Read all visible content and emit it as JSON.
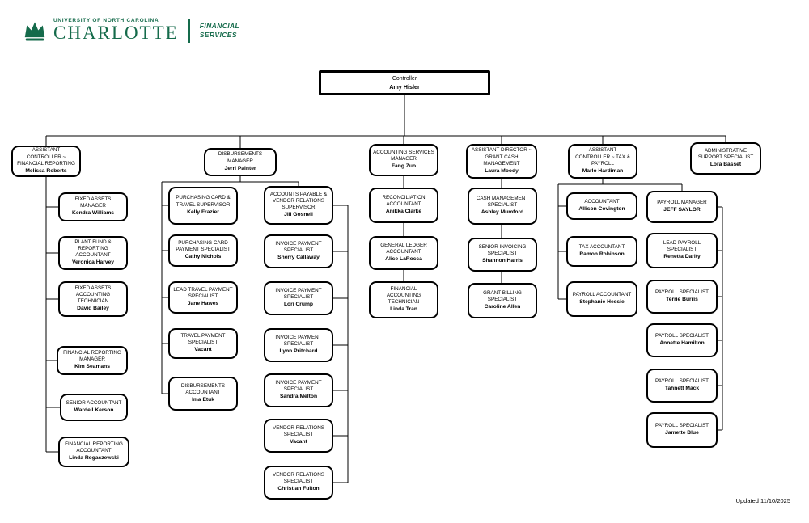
{
  "colors": {
    "brand_green": "#156B4B",
    "line": "#000000",
    "background": "#FFFFFF"
  },
  "header": {
    "university_label": "UNIVERSITY OF NORTH CAROLINA",
    "university_name": "CHARLOTTE",
    "division_line1": "FINANCIAL",
    "division_line2": "SERVICES"
  },
  "footer": {
    "updated": "Updated 11/10/2025"
  },
  "nodes": [
    {
      "id": "ctrl",
      "title": "Controller",
      "name": "Amy Hisler"
    },
    {
      "id": "mr",
      "title": "ASSISTANT CONTROLLER ~ FINANCIAL REPORTING",
      "name": "Melissa Roberts"
    },
    {
      "id": "jp",
      "title": "DISBURSEMENTS MANAGER",
      "name": "Jerri Painter"
    },
    {
      "id": "fz",
      "title": "ACCOUNTING SERVICES MANAGER",
      "name": "Fang Zuo"
    },
    {
      "id": "lm",
      "title": "ASSISTANT DIRECTOR ~ GRANT CASH MANAGEMENT",
      "name": "Laura Moody"
    },
    {
      "id": "mh",
      "title": "ASSISTANT CONTROLLER ~ TAX & PAYROLL",
      "name": "Marlo Hardiman"
    },
    {
      "id": "lb",
      "title": "ADMINISTRATIVE SUPPORT SPECIALIST",
      "name": "Lora Basset"
    },
    {
      "id": "kw",
      "title": "FIXED ASSETS MANAGER",
      "name": "Kendra Williams"
    },
    {
      "id": "vh",
      "title": "PLANT FUND & REPORTING ACCOUNTANT",
      "name": "Veronica Harvey"
    },
    {
      "id": "db",
      "title": "FIXED ASSETS ACCOUNTING TECHNICIAN",
      "name": "David Bailey"
    },
    {
      "id": "ks",
      "title": "FINANCIAL REPORTING MANAGER",
      "name": "Kim Seamans"
    },
    {
      "id": "wk",
      "title": "SENIOR ACCOUNTANT",
      "name": "Wardell Kerson"
    },
    {
      "id": "lr",
      "title": "FINANCIAL REPORTING ACCOUNTANT",
      "name": "Linda Rogaczewski"
    },
    {
      "id": "kf",
      "title": "PURCHASING CARD & TRAVEL SUPERVISOR",
      "name": "Kelly Frazier"
    },
    {
      "id": "cn",
      "title": "PURCHASING CARD PAYMENT SPECIALIST",
      "name": "Cathy Nichols"
    },
    {
      "id": "jh",
      "title": "LEAD TRAVEL PAYMENT SPECIALIST",
      "name": "Jane Hawes"
    },
    {
      "id": "tv",
      "title": "TRAVEL PAYMENT SPECIALIST",
      "name": "Vacant"
    },
    {
      "id": "ie",
      "title": "DISBURSEMENTS ACCOUNTANT",
      "name": "Ima Etuk"
    },
    {
      "id": "jg",
      "title": "ACCOUNTS PAYABLE & VENDOR RELATIONS SUPERVISOR",
      "name": "Jill Gosnell"
    },
    {
      "id": "sc",
      "title": "INVOICE PAYMENT SPECIALIST",
      "name": "Sherry Callaway"
    },
    {
      "id": "lc",
      "title": "INVOICE PAYMENT SPECIALIST",
      "name": "Lori Crump"
    },
    {
      "id": "lp",
      "title": "INVOICE PAYMENT SPECIALIST",
      "name": "Lynn Pritchard"
    },
    {
      "id": "sm",
      "title": "INVOICE PAYMENT SPECIALIST",
      "name": "Sandra Melton"
    },
    {
      "id": "vrv",
      "title": "VENDOR RELATIONS SPECIALIST",
      "name": "Vacant"
    },
    {
      "id": "cf",
      "title": "VENDOR RELATIONS SPECIALIST",
      "name": "Christian Fulton"
    },
    {
      "id": "ac",
      "title": "RECONCILIATION ACCOUNTANT",
      "name": "Anikka Clarke"
    },
    {
      "id": "al",
      "title": "GENERAL LEDGER ACCOUNTANT",
      "name": "Alice LaRocca"
    },
    {
      "id": "lt",
      "title": "FINANCIAL ACCOUNTING TECHNICIAN",
      "name": "Linda Tran"
    },
    {
      "id": "am",
      "title": "CASH MANAGEMENT SPECIALIST",
      "name": "Ashley Mumford"
    },
    {
      "id": "sh",
      "title": "SENIOR INVOICING SPECIALIST",
      "name": "Shannon Harris"
    },
    {
      "id": "ca",
      "title": "GRANT BILLING SPECIALIST",
      "name": "Caroline Allen"
    },
    {
      "id": "acov",
      "title": "ACCOUNTANT",
      "name": "Allison Covington"
    },
    {
      "id": "rr",
      "title": "TAX ACCOUNTANT",
      "name": "Ramon Robinson"
    },
    {
      "id": "shess",
      "title": "PAYROLL ACCOUNTANT",
      "name": "Stephanie Hessie"
    },
    {
      "id": "js",
      "title": "PAYROLL MANAGER",
      "name": "JEFF SAYLOR"
    },
    {
      "id": "rd",
      "title": "LEAD PAYROLL SPECIALIST",
      "name": "Renetta Darity"
    },
    {
      "id": "tb",
      "title": "PAYROLL SPECIALIST",
      "name": "Terrie Burris"
    },
    {
      "id": "ah",
      "title": "PAYROLL SPECIALIST",
      "name": "Annette Hamilton"
    },
    {
      "id": "tm",
      "title": "PAYROLL SPECIALIST",
      "name": "Tahnett Mack"
    },
    {
      "id": "jb",
      "title": "PAYROLL SPECIALIST",
      "name": "Jamette Blue"
    }
  ]
}
